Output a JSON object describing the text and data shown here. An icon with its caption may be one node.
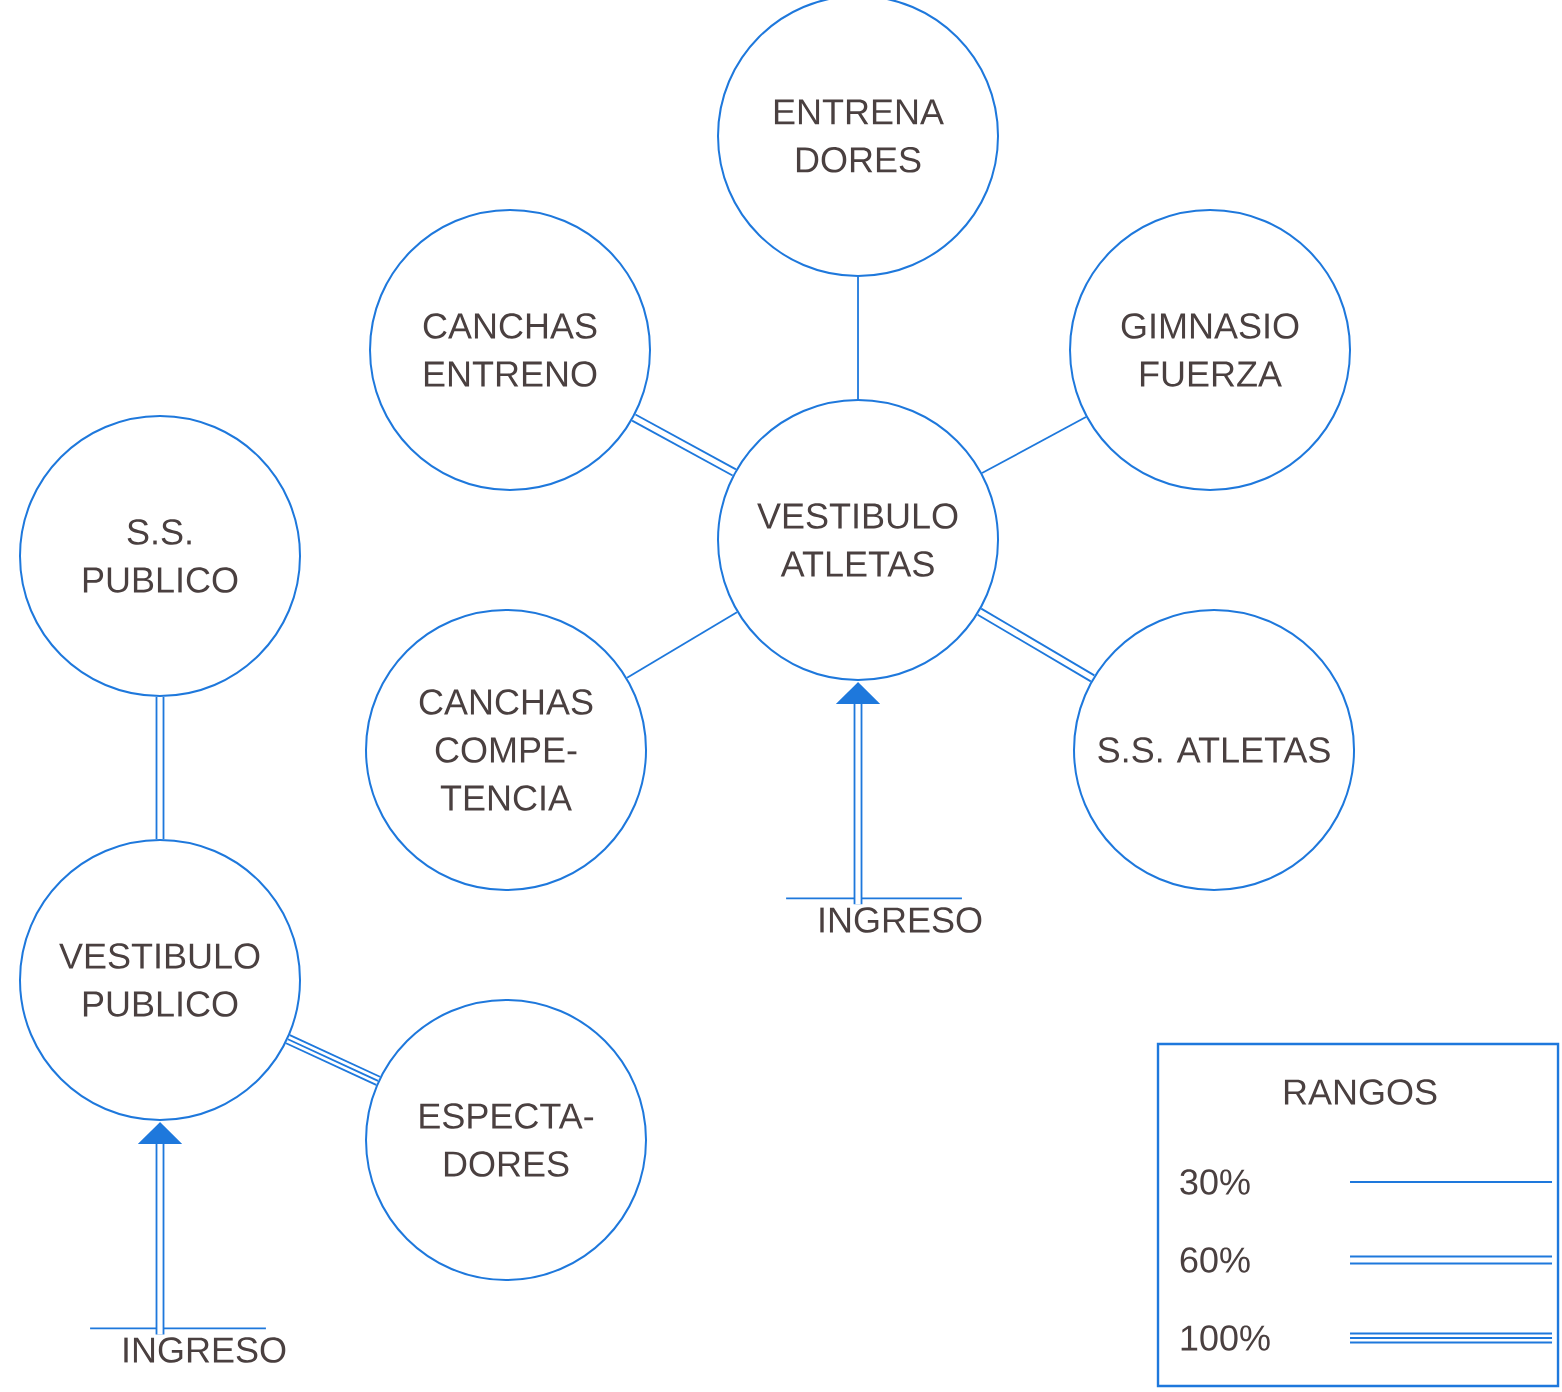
{
  "diagram": {
    "nodes": [
      {
        "text": [
          "ENTRENA DORES"
        ]
      },
      {
        "text": [
          "CANCHAS ENTRENO"
        ]
      },
      {
        "text": [
          "GIMNASIO FUERZA"
        ]
      },
      {
        "text": [
          "VESTIBULO ATLETAS"
        ]
      },
      {
        "text": [
          "S.S. PUBLICO"
        ]
      },
      {
        "text": [
          "CANCHAS COMPE- TENCIA"
        ]
      },
      {
        "text": [
          "S.S. ATLETAS"
        ]
      },
      {
        "text": [
          "INGRESO"
        ]
      },
      {
        "text": [
          "VESTIBULO PUBLICO"
        ]
      },
      {
        "text": [
          "ESPECTA- DORES"
        ]
      },
      {
        "text": [
          "INGRESO"
        ]
      }
    ],
    "edges": [
      {
        "from": 0,
        "to": 3,
        "arrow": "none"
      },
      {
        "from": 1,
        "to": 3,
        "arrow": "none"
      },
      {
        "from": 2,
        "to": 3,
        "arrow": "none"
      },
      {
        "from": 5,
        "to": 3,
        "arrow": "none"
      },
      {
        "from": 3,
        "to": 6,
        "arrow": "none"
      },
      {
        "from": 7,
        "to": 3,
        "arrow": "to"
      },
      {
        "from": 4,
        "to": 8,
        "arrow": "none"
      },
      {
        "from": 8,
        "to": 9,
        "arrow": "none"
      },
      {
        "from": 10,
        "to": 8,
        "arrow": "to"
      }
    ],
    "labels": [
      "RANGOS"
    ],
    "legend": [
      {
        "text": "30%"
      },
      {
        "text": "60%"
      },
      {
        "text": "100%"
      }
    ]
  }
}
